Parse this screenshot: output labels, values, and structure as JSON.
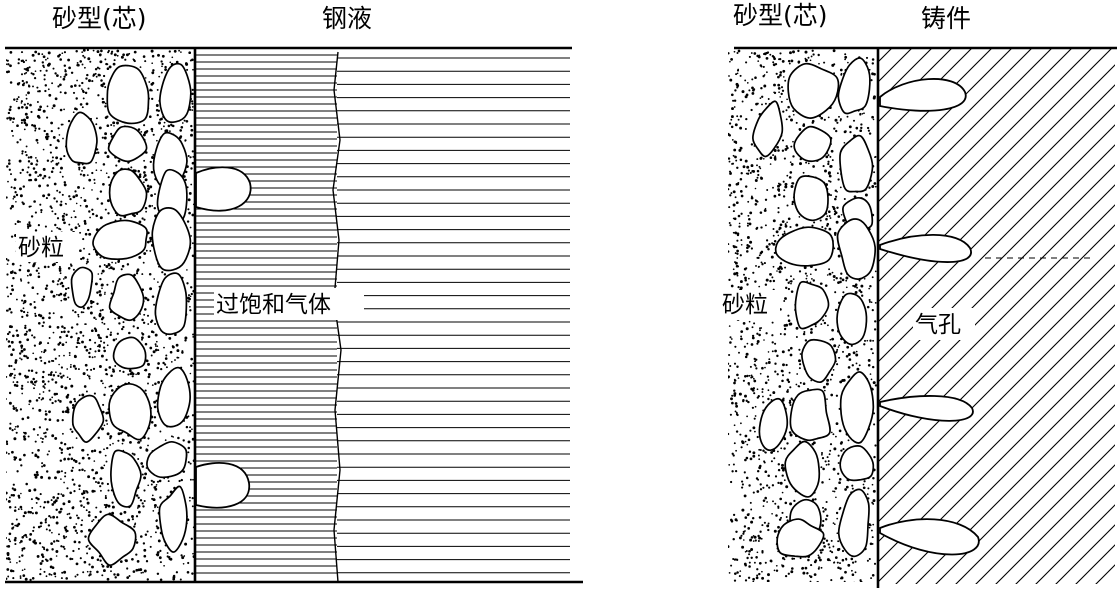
{
  "left_panel": {
    "mold_label": "砂型(芯)",
    "liquid_label": "钢液",
    "grain_label": "砂粒",
    "gas_label": "过饱和气体"
  },
  "right_panel": {
    "mold_label": "砂型(芯)",
    "casting_label": "铸件",
    "grain_label": "砂粒",
    "pore_label": "气孔"
  },
  "colors": {
    "ink": "#000000",
    "paper": "#ffffff"
  }
}
